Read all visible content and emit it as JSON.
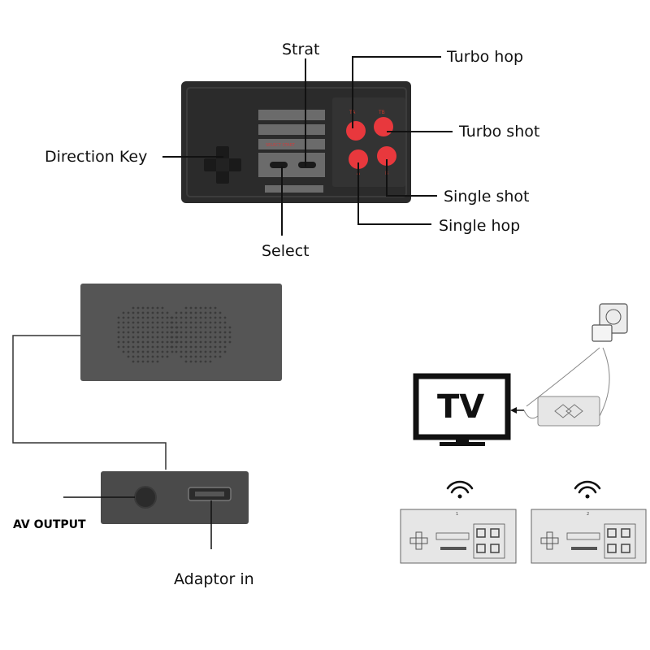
{
  "labels": {
    "strat": "Strat",
    "turbo_hop": "Turbo hop",
    "turbo_shot": "Turbo shot",
    "direction_key": "Direction Key",
    "single_shot": "Single shot",
    "single_hop": "Single hop",
    "select": "Select",
    "av_output": "AV OUTPUT",
    "adaptor_in": "Adaptor in"
  },
  "tv": {
    "text": "TV"
  },
  "controllers": [
    {
      "number": "1"
    },
    {
      "number": "2"
    }
  ],
  "controller_marks": {
    "panel_text": "SELECT START",
    "turbo_a": "TA",
    "turbo_b": "TB",
    "single_a": "A",
    "single_b": "B"
  },
  "colors": {
    "controller_body": "#2b2b2b",
    "button_red": "#e8383d",
    "console_grey": "#555555",
    "panel_grey": "#6b6b6b",
    "line": "#111111",
    "sketch_fill": "#e6e6e6"
  },
  "icons": {
    "wifi_1": "wifi-icon",
    "wifi_2": "wifi-icon",
    "plug": "power-plug-icon",
    "arrow": "arrow-left-icon"
  }
}
